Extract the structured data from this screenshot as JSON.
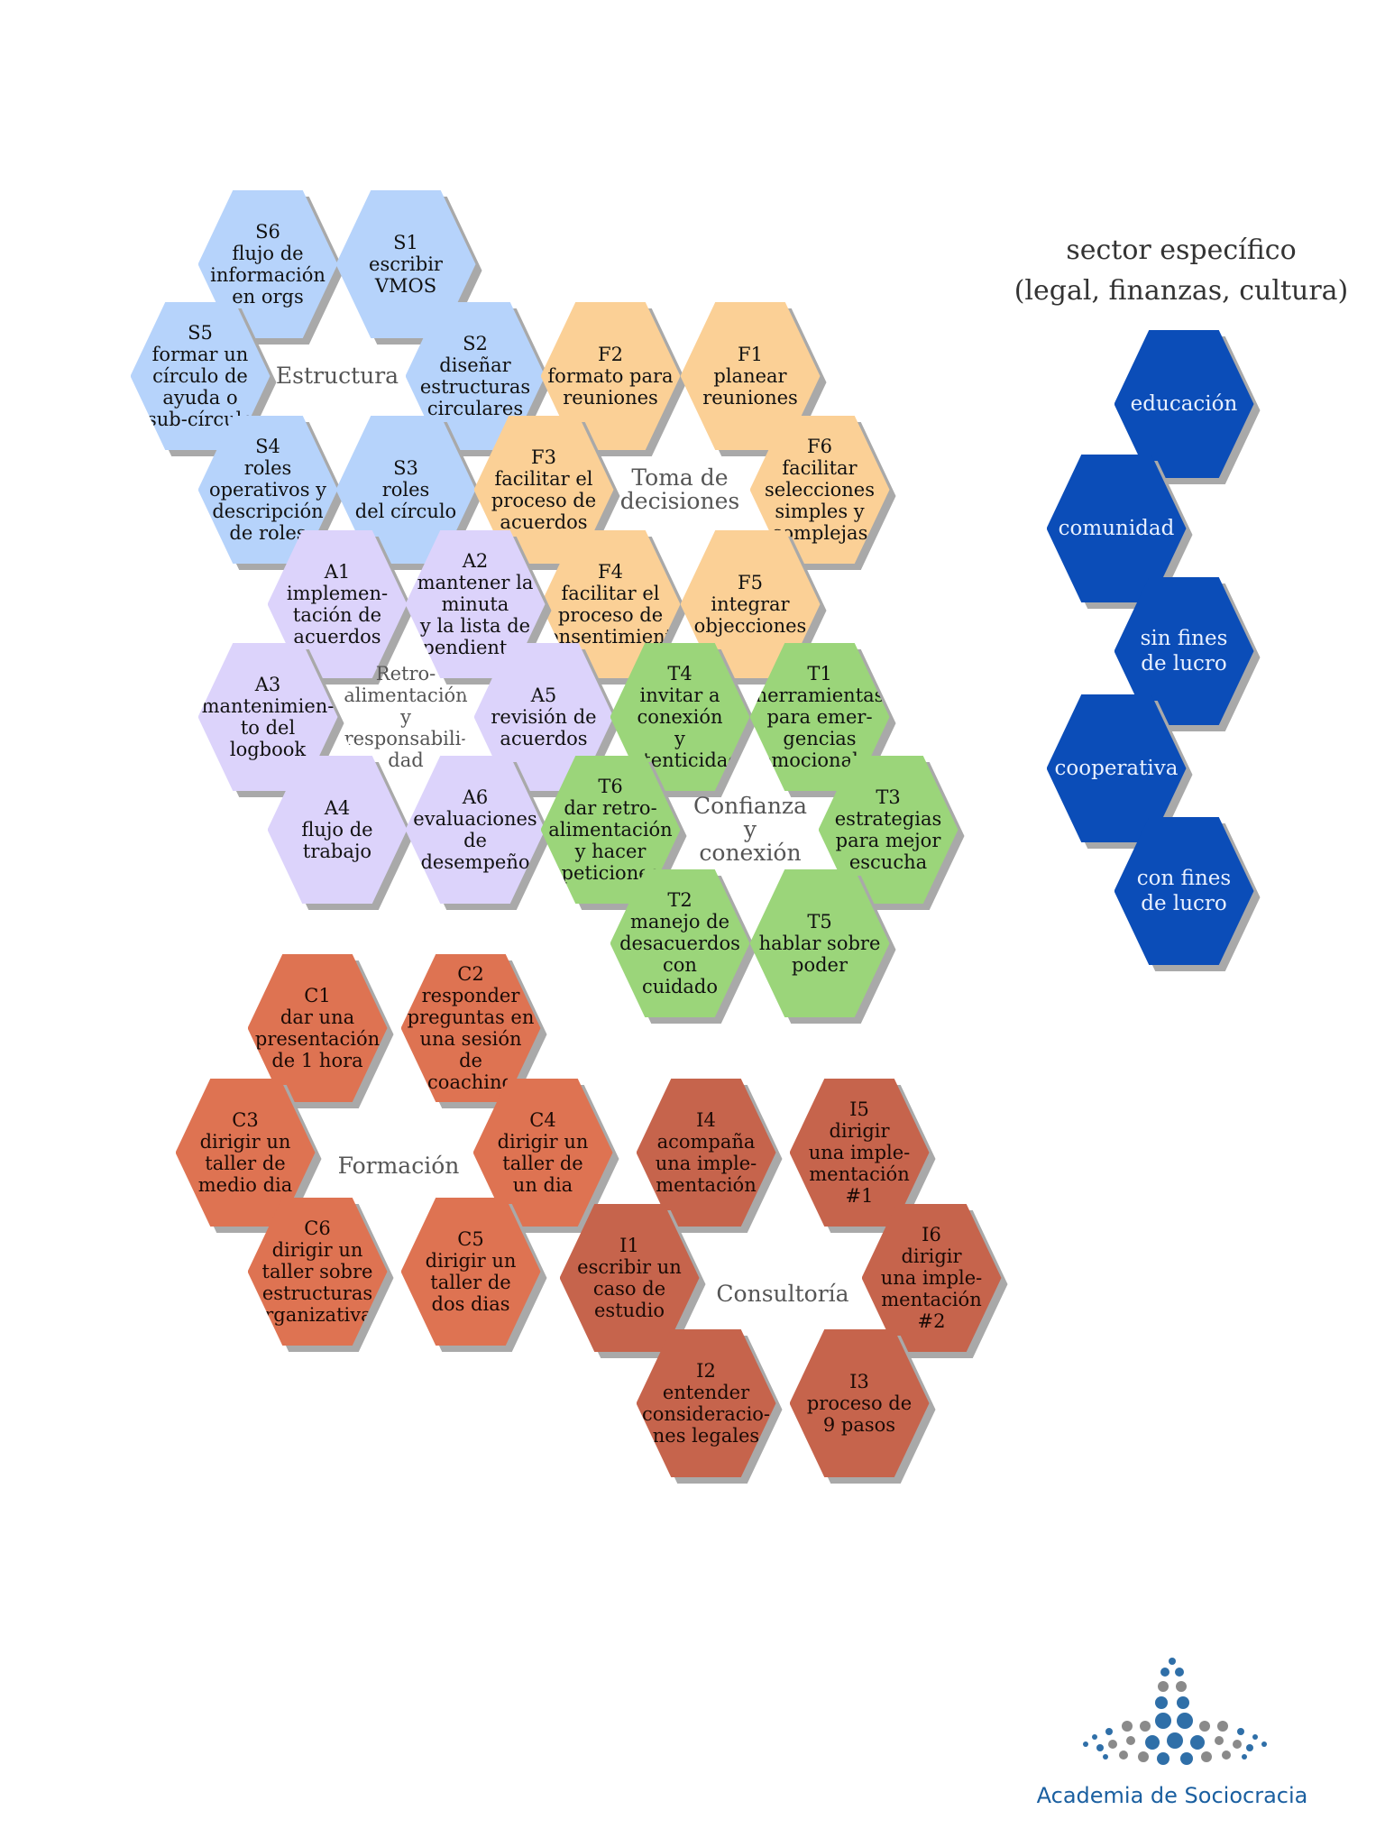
{
  "sector": {
    "title": "sector específico",
    "subtitle": "(legal, finanzas, cultura)",
    "items": [
      "educación",
      "comunidad",
      "sin fines\nde lucro",
      "cooperativa",
      "con fines\nde lucro"
    ]
  },
  "groups": [
    {
      "key": "s",
      "center": "Estructura",
      "hexes": [
        {
          "code": "S6",
          "label": "flujo de\ninformación\nen orgs"
        },
        {
          "code": "S1",
          "label": "escribir\nVMOS"
        },
        {
          "code": "S5",
          "label": "formar un\ncírculo de\nayuda o\nsub-círculo"
        },
        {
          "code": "S2",
          "label": "diseñar\nestructuras\ncirculares"
        },
        {
          "code": "S4",
          "label": "roles\noperativos y\ndescripción\nde roles"
        },
        {
          "code": "S3",
          "label": "roles\ndel círculo"
        }
      ]
    },
    {
      "key": "f",
      "center": "Toma de\ndecisiones",
      "hexes": [
        {
          "code": "F2",
          "label": "formato para\nreuniones"
        },
        {
          "code": "F1",
          "label": "planear\nreuniones"
        },
        {
          "code": "F3",
          "label": "facilitar el\nproceso de\nacuerdos"
        },
        {
          "code": "F6",
          "label": "facilitar\nselecciones\nsimples y\ncomplejas"
        },
        {
          "code": "F4",
          "label": "facilitar el\nproceso de\nconsentimiento"
        },
        {
          "code": "F5",
          "label": "integrar\nobjecciones"
        }
      ]
    },
    {
      "key": "a",
      "center": "Retro-\nalimentación\ny\nresponsabili-\ndad",
      "hexes": [
        {
          "code": "A1",
          "label": "implemen-\ntación de\nacuerdos"
        },
        {
          "code": "A2",
          "label": "mantener la\nminuta\ny la lista de\npendientes"
        },
        {
          "code": "A3",
          "label": "mantenimien-\nto del\nlogbook"
        },
        {
          "code": "A5",
          "label": "revisión de\nacuerdos"
        },
        {
          "code": "A4",
          "label": "flujo de\ntrabajo"
        },
        {
          "code": "A6",
          "label": "evaluaciones\nde\ndesempeño"
        }
      ]
    },
    {
      "key": "t",
      "center": "Confianza\ny\nconexión",
      "hexes": [
        {
          "code": "T4",
          "label": "invitar a\nconexión\ny\nautenticidad"
        },
        {
          "code": "T1",
          "label": "herramientas\npara emer-\ngencias\nemocionales"
        },
        {
          "code": "T6",
          "label": "dar retro-\nalimentación\ny hacer\npeticiones"
        },
        {
          "code": "T3",
          "label": "estrategias\npara mejor\nescucha"
        },
        {
          "code": "T2",
          "label": "manejo de\ndesacuerdos\ncon\ncuidado"
        },
        {
          "code": "T5",
          "label": "hablar sobre\npoder"
        }
      ]
    },
    {
      "key": "c",
      "center": "Formación",
      "hexes": [
        {
          "code": "C1",
          "label": "dar una\npresentación\nde 1 hora"
        },
        {
          "code": "C2",
          "label": "responder\npreguntas en\nuna sesión de\ncoaching"
        },
        {
          "code": "C3",
          "label": "dirigir un\ntaller de\nmedio dia"
        },
        {
          "code": "C4",
          "label": "dirigir un\ntaller de\nun dia"
        },
        {
          "code": "C6",
          "label": "dirigir un\ntaller sobre\nestructuras\norganizativas"
        },
        {
          "code": "C5",
          "label": "dirigir un\ntaller de\ndos dias"
        }
      ]
    },
    {
      "key": "i",
      "center": "Consultoría",
      "hexes": [
        {
          "code": "I4",
          "label": "acompaña\nuna imple-\nmentación"
        },
        {
          "code": "I5",
          "label": "dirigir\nuna imple-\nmentación\n#1"
        },
        {
          "code": "I1",
          "label": "escribir un\ncaso de\nestudio"
        },
        {
          "code": "I6",
          "label": "dirigir\nuna imple-\nmentación\n#2"
        },
        {
          "code": "I2",
          "label": "entender\nconsideracio-\nnes legales"
        },
        {
          "code": "I3",
          "label": "proceso de\n9 pasos"
        }
      ]
    }
  ],
  "logo": {
    "text": "Academia de Sociocracia"
  }
}
